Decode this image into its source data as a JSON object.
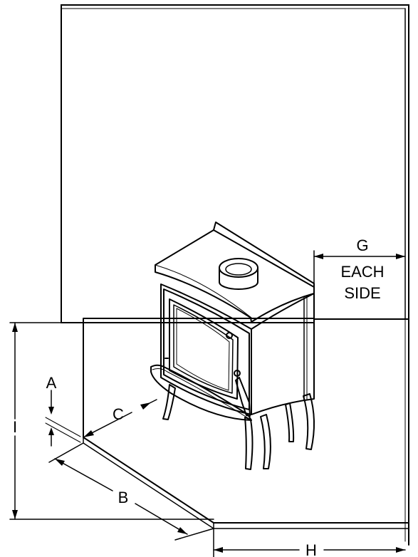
{
  "labels": {
    "a": "A",
    "b": "B",
    "c": "C",
    "g": "G",
    "h": "H",
    "i": "I",
    "each": "EACH",
    "side": "SIDE"
  }
}
